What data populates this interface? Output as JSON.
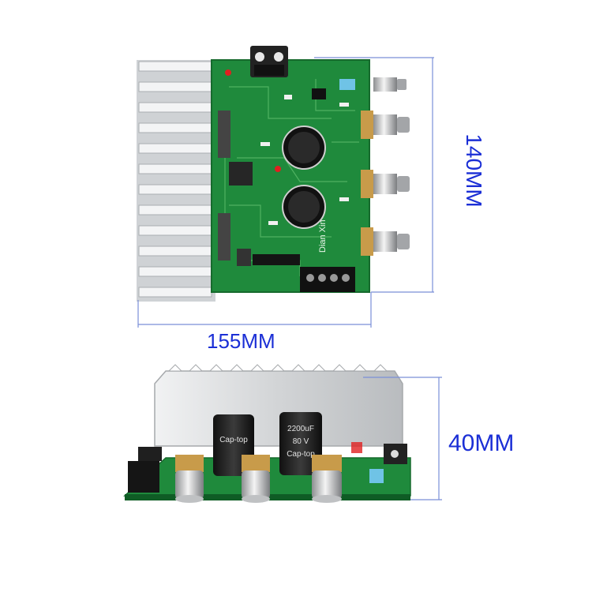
{
  "dimensions": {
    "width_label": "155MM",
    "height_label": "140MM",
    "depth_label": "40MM"
  },
  "board_text": {
    "brand_print": "Dian Xin",
    "capacitor_top_brand": "Cap-top",
    "capacitor_voltage": "80 V",
    "capacitor_capacity": "2200uF"
  },
  "colors": {
    "pcb_green": "#1f8a3c",
    "heatsink_silver": "#d8dadc",
    "dimension_blue": "#1b2fd6",
    "dimension_line": "#7a8fd8",
    "capacitor_black": "#1a1a1a"
  }
}
